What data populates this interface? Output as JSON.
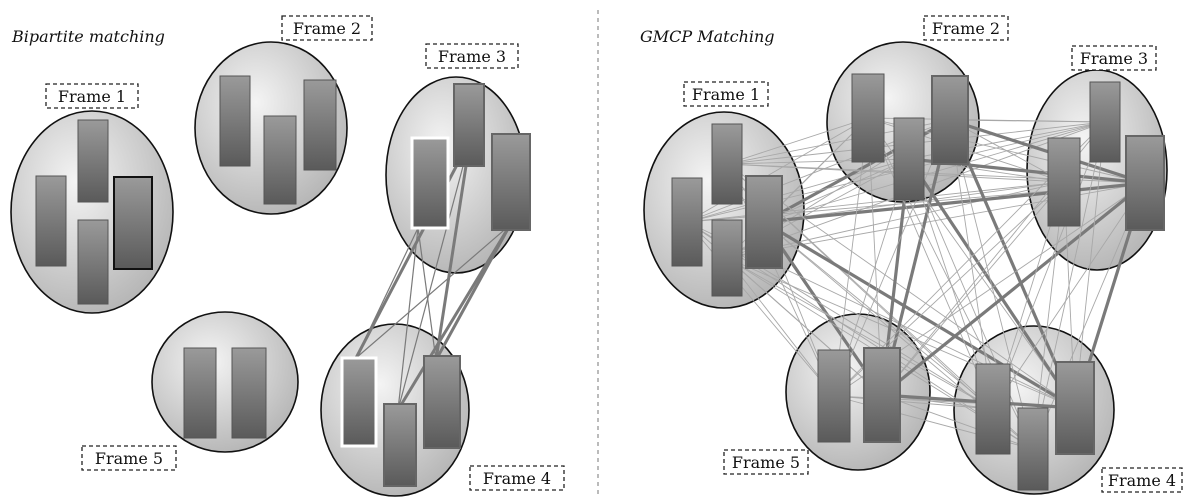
{
  "left_panel": {
    "title": "Bipartite matching",
    "frames": [
      {
        "label": "Frame 1"
      },
      {
        "label": "Frame 2"
      },
      {
        "label": "Frame 3"
      },
      {
        "label": "Frame 4"
      },
      {
        "label": "Frame 5"
      }
    ]
  },
  "right_panel": {
    "title": "GMCP Matching",
    "frames": [
      {
        "label": "Frame 1"
      },
      {
        "label": "Frame 2"
      },
      {
        "label": "Frame 3"
      },
      {
        "label": "Frame 4"
      },
      {
        "label": "Frame 5"
      }
    ]
  },
  "colors": {
    "cluster_fill_light": "#f2f2f2",
    "cluster_fill_dark": "#b9b9b9",
    "edge": "#8a8a8a",
    "highlight_box": "#ffffff",
    "selected_box": "#111111"
  }
}
